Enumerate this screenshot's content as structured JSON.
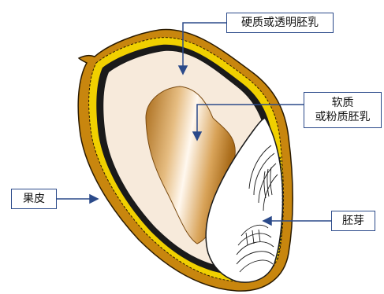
{
  "labels": {
    "hard_endosperm": "硬质或透明胚乳",
    "soft_endosperm_line1": "软质",
    "soft_endosperm_line2": "或粉质胚乳",
    "pericarp": "果皮",
    "germ": "胚芽"
  },
  "colors": {
    "pericarp_outer": "#c8860e",
    "aleurone_yellow": "#f0d000",
    "dark_layer": "#1a1a1a",
    "hard_endosperm_fill": "#f7eadb",
    "soft_endosperm_light": "#fff8ef",
    "soft_endosperm_dark": "#a86a18",
    "germ_fill": "#ffffff",
    "leader_lines": "#2b4a8a"
  }
}
